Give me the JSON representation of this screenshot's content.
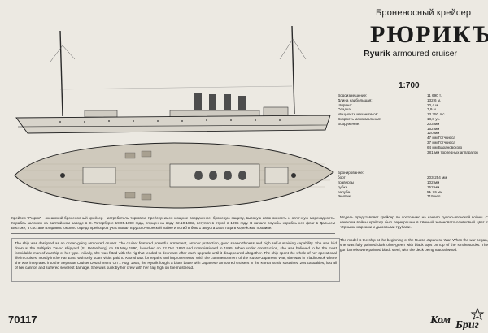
{
  "header": {
    "subtitle_ru": "Броненосный крейсер",
    "title_ru": "РЮРИКЪ",
    "title_en_bold": "Ryurik",
    "title_en_rest": " armoured cruiser",
    "scale": "1:700"
  },
  "specs": {
    "main": [
      {
        "label": "Водоизмещение:",
        "value": "11 690 т."
      },
      {
        "label": "Длина наибольшая:",
        "value": "132,6 м."
      },
      {
        "label": "Ширина:",
        "value": "20,4 м."
      },
      {
        "label": "Осадка:",
        "value": "7,9 м."
      },
      {
        "label": "Мощность механизмов:",
        "value": "13 250 л.с."
      },
      {
        "label": "Скорость максимальная:",
        "value": "18,8 уз."
      },
      {
        "label": "Вооружение:",
        "value": "203 мм"
      },
      {
        "label": "",
        "value": "152 мм"
      },
      {
        "label": "",
        "value": "120 мм"
      },
      {
        "label": "",
        "value": "47 мм Готчкисса"
      },
      {
        "label": "",
        "value": "37 мм Готчкисса"
      },
      {
        "label": "",
        "value": "64 мм Барановского"
      },
      {
        "label": "",
        "value": "381 мм торпедных аппаратов"
      }
    ],
    "armor_title": "Бронирование:",
    "armor": [
      {
        "label": "борт",
        "value": "203-254 мм"
      },
      {
        "label": "траверзы",
        "value": "102 мм"
      },
      {
        "label": "рубка",
        "value": "152 мм"
      },
      {
        "label": "палуба",
        "value": "51-76 мм"
      },
      {
        "label": "Экипаж:",
        "value": "719 чел."
      }
    ]
  },
  "text": {
    "ru_main": "Крейсер \"Рюрик\" - океанский броненосный крейсер - истребитель торговли. Крейсер имел мощное вооружение, броневую защиту, высокую автономность и отличную мореходность. Корабль заложен на Балтийском заводе в С.-Петербурге 19.05.1890 года, спущен на воду 22.10.1892, вступил в строй в 1895 году. В начале службы корабль нес флаг в Дальнем Востоке; в составе Владивостокского отряда крейсеров участвовал в русско-японской войне и погиб в бою 1 августа 1904 года в Корейском проливе.",
    "ru_right": "Модель представляет крейсер по состоянию на начало русско-японской войны. С началом войны крейсер был перекрашен в тёмный зеленовато-оливковый цвет с чёрными марсами и дымовыми трубами.",
    "en_main": "The ship was designed as an ocean-going armoured cruiser. The cruiser featured powerful armament, armour protection, good seaworthiness and high self-sustaining capability. She was laid down at the Baltiysky Zavod shipyard (St. Petersburg) on 19 May 1890, launched on 22 Oct. 1892 and commissioned in 1895. When under construction, she was believed to be the most formidable man-of-warship of her type. Initially, she was fitted with the rig that tended to decrease after each upgrade until it disappeared altogether. The ship spent the whole of her operational life in cruises, mostly in the Far East, with only scant visits paid to Kronshtadt for repairs and improvements. With the commencement of the Russo-Japanese War, she was in Vladivostok where she was integrated into the Separate Cruiser Detachment. On 1 Aug. 1904, the Ryurik fought a bitter battle with Japanese armoured cruisers in the Korea Strait, sustained 204 casualties, lost all of her cannon and suffered severest damage. She was sunk by her crew with her flag high on the masthead.",
    "en_right": "The model is the ship at the beginning of the Russo-Japanese War. When the war began, she was fully painted dark olive-green with black tops on top of the smokestacks. The gun barrels were painted black steel, with the deck being natural wood."
  },
  "catalog_number": "70117",
  "brand": {
    "word1": "Ком",
    "word2": "Бриг"
  },
  "colors": {
    "background": "#ece9e2",
    "ink": "#1b1b1b",
    "hull": "#3a3a3a"
  }
}
